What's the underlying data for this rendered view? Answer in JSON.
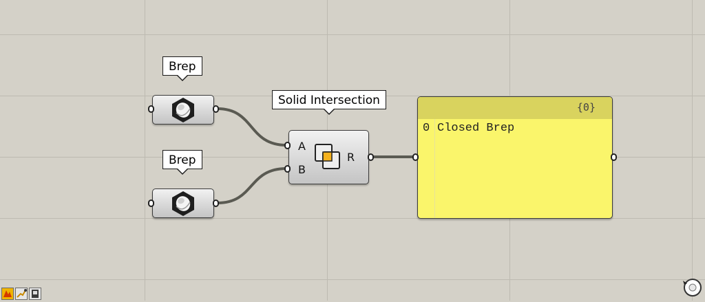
{
  "canvas": {
    "background": "#d4d1c8",
    "grid_color": "#bdbab1",
    "wire_color": "#5a5a52"
  },
  "brep_param_a": {
    "tooltip": "Brep",
    "icon": "hexagon-cylinder-icon"
  },
  "brep_param_b": {
    "tooltip": "Brep",
    "icon": "hexagon-cylinder-icon"
  },
  "solid_intersection": {
    "tooltip": "Solid Intersection",
    "input_a": "A",
    "input_b": "B",
    "output_r": "R",
    "icon": "overlapping-squares-icon",
    "accent": "#f5b21e"
  },
  "panel": {
    "path": "{0}",
    "rows": [
      {
        "index": "0",
        "value": "Closed Brep"
      }
    ],
    "color": "#faf56b",
    "header_color": "#d9d35e"
  },
  "toolbar": {
    "buttons": [
      "preview-icon",
      "wire-icon",
      "canvas-icon"
    ]
  },
  "navigation": {
    "icon": "compass-icon"
  }
}
